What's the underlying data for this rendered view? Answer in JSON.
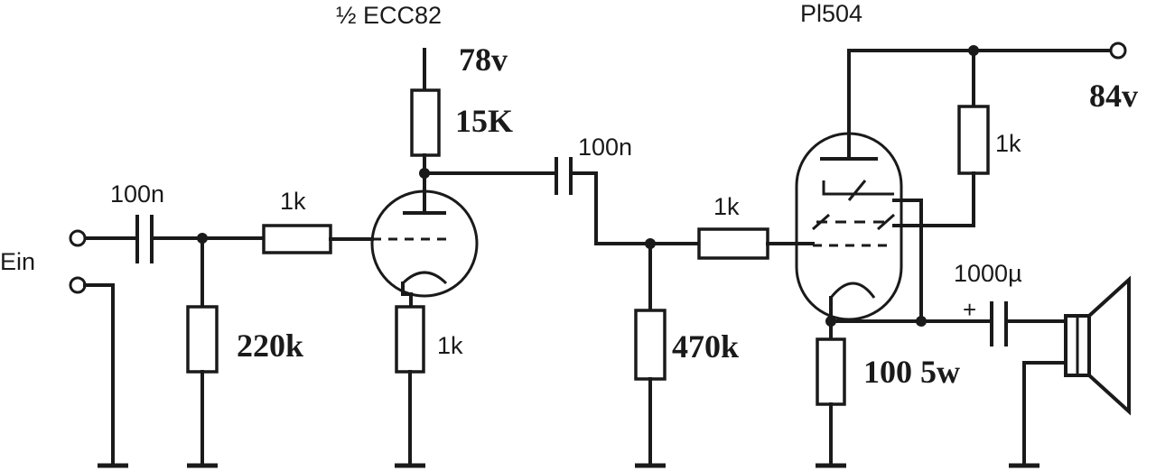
{
  "labels": {
    "input": "Ein",
    "tube1": "½ ECC82",
    "tube2": "Pl504",
    "c_in": "100n",
    "r_grid1": "1k",
    "r_gridleak1": "220k",
    "v_anode1": "78v",
    "r_anode1": "15K",
    "r_cathode1": "1k",
    "c_coupling": "100n",
    "r_grid2": "1k",
    "r_gridleak2": "470k",
    "v_supply": "84v",
    "r_screen": "1k",
    "c_out": "1000µ",
    "c_out_polarity": "+",
    "r_cathode2": "100 5w"
  }
}
